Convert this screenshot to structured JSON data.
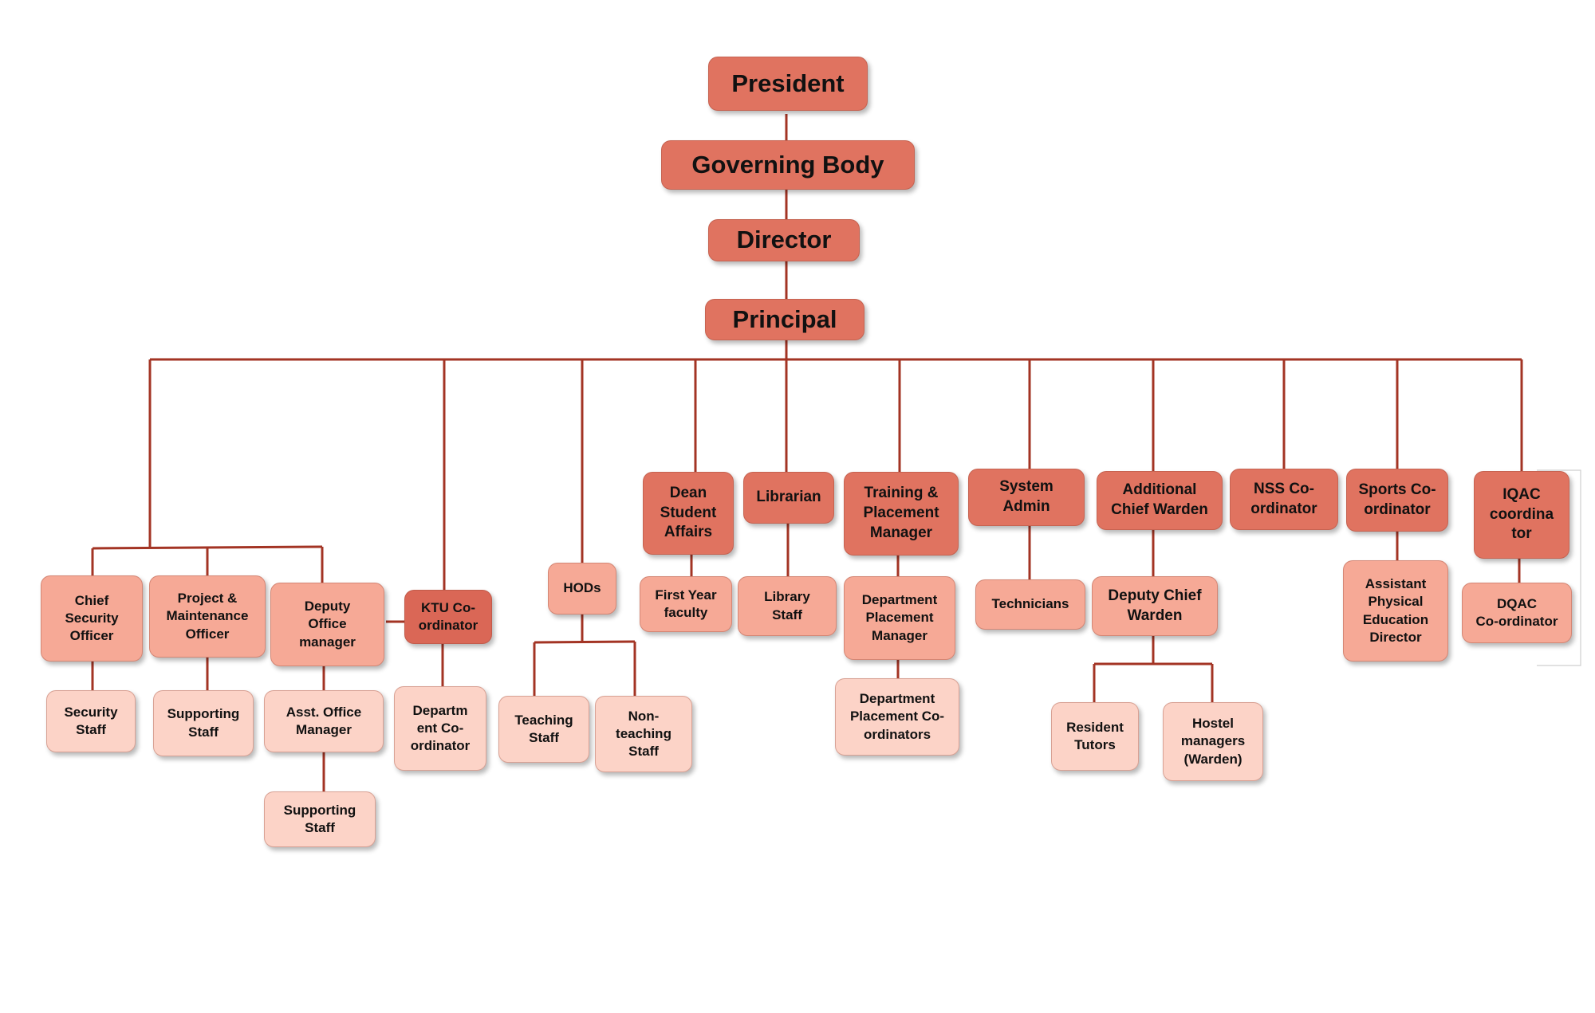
{
  "nodes": {
    "president": "President",
    "governing_body": "Governing Body",
    "director": "Director",
    "principal": "Principal",
    "chief_security_officer": "Chief\nSecurity\nOfficer",
    "security_staff": "Security\nStaff",
    "project_maintenance_officer": "Project &\nMaintenance\nOfficer",
    "supporting_staff_1": "Supporting\nStaff",
    "deputy_office_manager": "Deputy\nOffice\nmanager",
    "asst_office_manager": "Asst. Office\nManager",
    "supporting_staff_2": "Supporting\nStaff",
    "ktu_coordinator": "KTU Co-\nordinator",
    "department_coordinator": "Departm\nent Co-\nordinator",
    "hods": "HODs",
    "teaching_staff": "Teaching\nStaff",
    "non_teaching_staff": "Non-\nteaching\nStaff",
    "dean_student_affairs": "Dean\nStudent\nAffairs",
    "first_year_faculty": "First Year\nfaculty",
    "librarian": "Librarian",
    "library_staff": "Library\nStaff",
    "training_placement_manager": "Training &\nPlacement\nManager",
    "department_placement_manager": "Department\nPlacement\nManager",
    "department_placement_coordinators": "Department\nPlacement Co-\nordinators",
    "system_admin": "System\nAdmin",
    "technicians": "Technicians",
    "additional_chief_warden": "Additional\nChief Warden",
    "deputy_chief_warden": "Deputy Chief\nWarden",
    "resident_tutors": "Resident\nTutors",
    "hostel_managers": "Hostel\nmanagers\n(Warden)",
    "nss_coordinator": "NSS Co-\nordinator",
    "sports_coordinator": "Sports Co-\nordinator",
    "assistant_physical_education_director": "Assistant\nPhysical\nEducation\nDirector",
    "iqac_coordinator": "IQAC\ncoordina\ntor",
    "dqac_coordinator": "DQAC\nCo-ordinator"
  },
  "colors": {
    "connector": "#a33424",
    "top_level_fill": "#e07360",
    "mid_level_fill": "#f6a996",
    "low_level_fill": "#fcd3c7",
    "ktu_fill": "#da6756"
  }
}
